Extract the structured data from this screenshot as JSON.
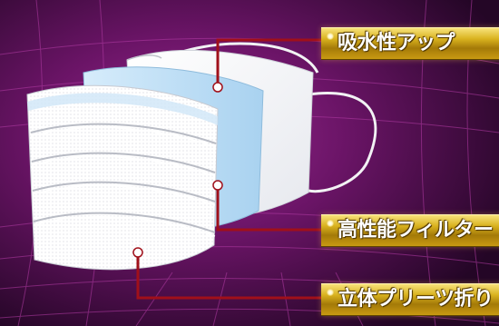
{
  "callouts": [
    {
      "label": "吸水性アップ"
    },
    {
      "label": "高性能フィルター"
    },
    {
      "label": "立体プリーツ折り"
    }
  ],
  "colors": {
    "background_dark": "#2a0930",
    "background_magenta": "#7a1a74",
    "grid_line": "#b43ca6",
    "leader_line": "#a0101a",
    "label_gold": "#d9b21e",
    "mask_white": "#ffffff",
    "filter_blue": "#bfe0f6"
  }
}
